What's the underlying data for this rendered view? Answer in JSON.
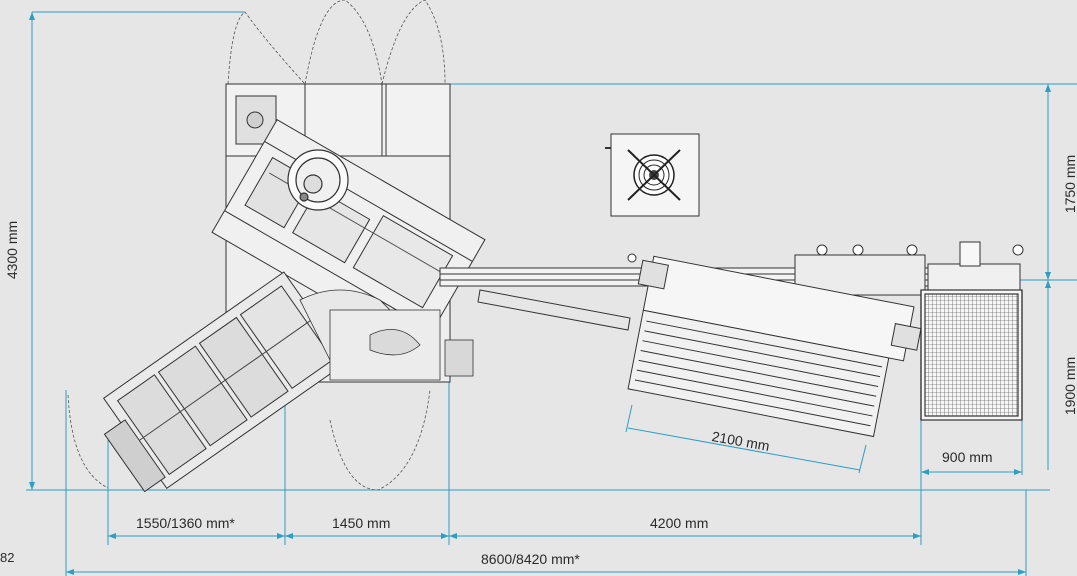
{
  "page_number": "82",
  "colors": {
    "background": "#e6e6e6",
    "dimension": "#2a9fc8",
    "machine_line": "#333333",
    "panel": "#f4f4f4",
    "text": "#2a2a2a"
  },
  "dimensions": {
    "total_height": "4300 mm",
    "right_upper": "1750 mm",
    "right_lower": "1900 mm",
    "infeed_width": "1550/1360 mm*",
    "center_width": "1450 mm",
    "conveyor_length": "4200 mm",
    "cabinet_width": "900 mm",
    "belt_length": "2100 mm",
    "total_length": "8600/8420 mm*"
  }
}
